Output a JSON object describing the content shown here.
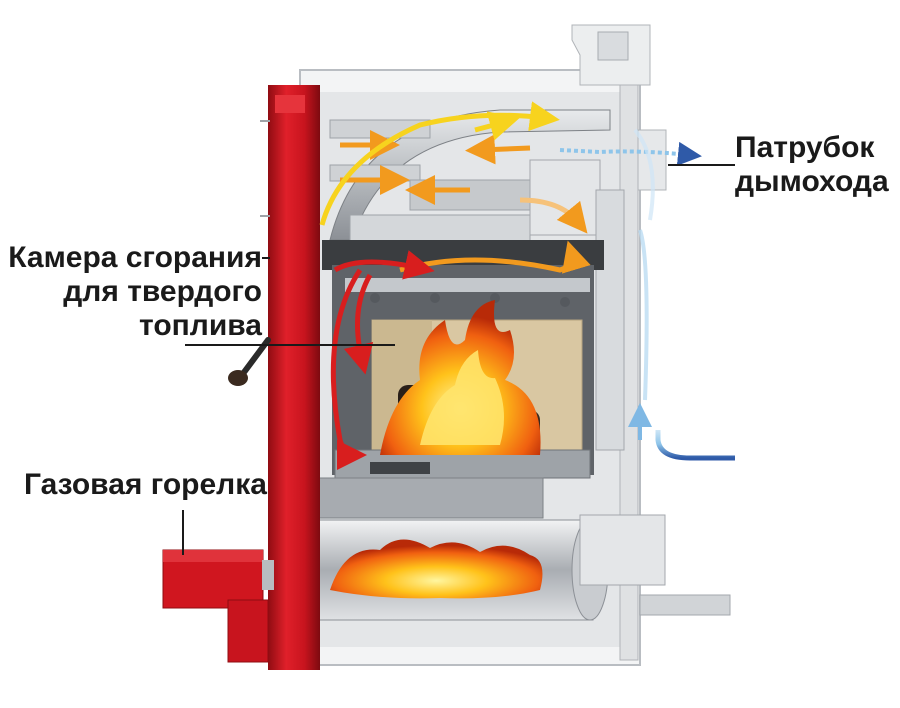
{
  "labels": {
    "flue_pipe": [
      "Патрубок",
      "дымохода"
    ],
    "combustion_chamber": [
      "Камера сгорания",
      "для твердого",
      "топлива"
    ],
    "gas_burner": "Газовая горелка"
  },
  "colors": {
    "casing_red": "#c8141e",
    "hot_flow": "#f29a1e",
    "exhaust_flow": "#f7d31e",
    "cold_air": "#8ec5ea",
    "water_inlet": "#2f5aa8",
    "steel_grey": "#9ea3a8",
    "firebrick": "#d9c7a2"
  }
}
